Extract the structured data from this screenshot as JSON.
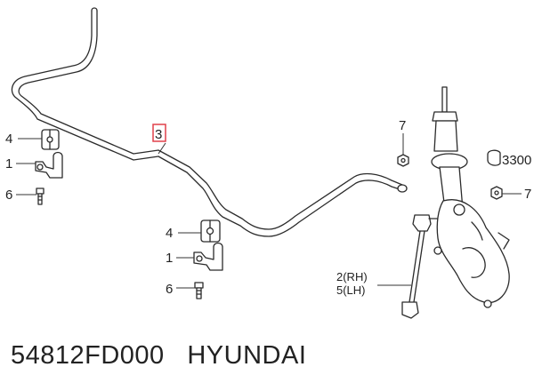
{
  "callouts": {
    "bar": "3",
    "bushing_left": "4",
    "bracket_left": "1",
    "bolt_left": "6",
    "bushing_center": "4",
    "bracket_center": "1",
    "bolt_center": "6",
    "nut_top": "7",
    "nut_right": "7",
    "strut_ref": "3300",
    "link_rh": "2(RH)",
    "link_lh": "5(LH)"
  },
  "caption": {
    "part_number": "54812FD000",
    "brand": "HYUNDAI"
  },
  "colors": {
    "highlight_box": "#e0404a",
    "line": "#2b2b2b"
  }
}
